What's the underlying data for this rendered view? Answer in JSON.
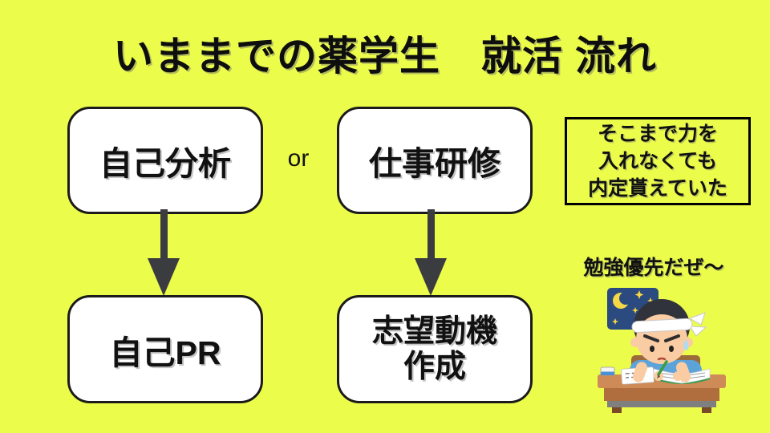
{
  "page": {
    "title": "いままでの薬学生　就活 流れ",
    "background_color": "#ECFC4B"
  },
  "flow": {
    "or_label": "or",
    "boxes": [
      {
        "id": "self-analysis",
        "label": "自己分析"
      },
      {
        "id": "job-training",
        "label": "仕事研修"
      },
      {
        "id": "self-pr",
        "label": "自己PR"
      },
      {
        "id": "motivation",
        "label": "志望動機\n作成"
      }
    ],
    "box_fill": "#FFFFFF",
    "box_border": "#1B1B1B",
    "arrow_color": "#3A3C40"
  },
  "note": {
    "lines": [
      "そこまで力を",
      "入れなくても",
      "内定貰えていた"
    ]
  },
  "caption": {
    "text": "勉強優先だぜ～"
  },
  "illustration": {
    "name": "boy-studying-at-night",
    "colors": {
      "window": "#2B4A80",
      "moon_stars": "#F6D844",
      "skin": "#FACCA3",
      "hair": "#30333B",
      "headband": "#FFFFFF",
      "shirt": "#5BA3D9",
      "desk_top": "#CE8B57",
      "desk_front": "#B06E3E",
      "book_cover": "#2F9E4F",
      "pencil": "#3C9C40",
      "sweat": "#AEDCF2"
    }
  }
}
